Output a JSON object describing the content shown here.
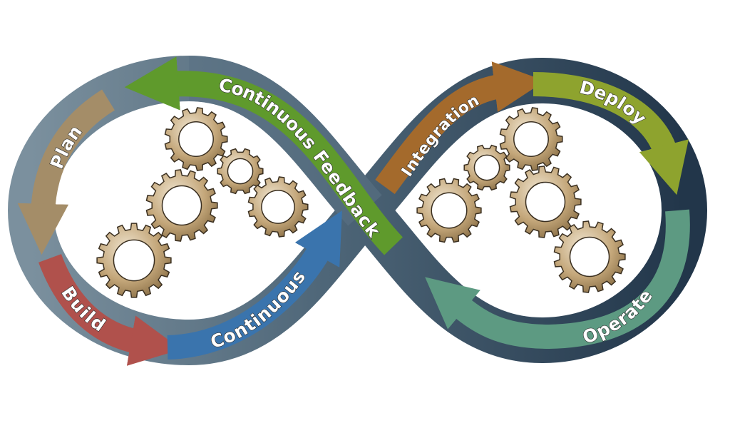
{
  "diagram": {
    "labels": {
      "plan": "Plan",
      "build": "Build",
      "continuous": "Continuous",
      "feedback": "Continuous Feedback",
      "integration": "Integration",
      "deploy": "Deploy",
      "operate": "Operate"
    },
    "colors": {
      "band_left": "#6f8594",
      "band_right": "#2c3f52",
      "plan": "#a48d68",
      "build": "#b0514c",
      "continuous": "#3a74ad",
      "feedback": "#5f9a2c",
      "integration": "#a46a2c",
      "deploy": "#8ea32e",
      "operate": "#5d9a82",
      "gear": "#b59868"
    }
  }
}
